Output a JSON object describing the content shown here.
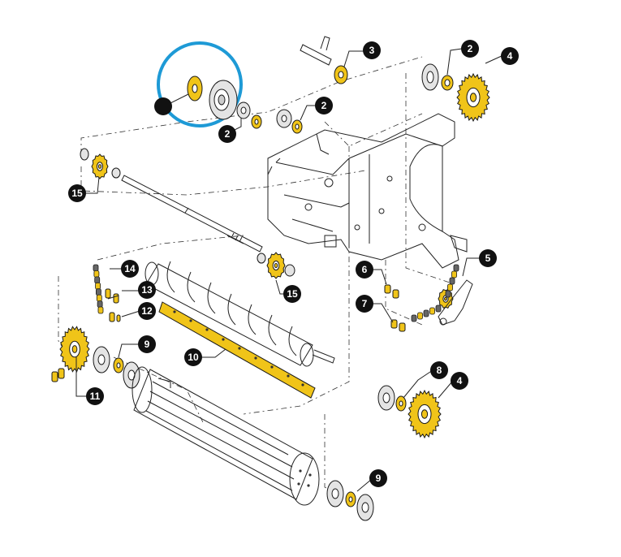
{
  "diagram": {
    "highlight_color": "#f0c419",
    "circle_color": "#1e9ad6",
    "callouts": [
      {
        "id": "c1",
        "label": ""
      },
      {
        "id": "c2a",
        "label": "2"
      },
      {
        "id": "c2b",
        "label": "2"
      },
      {
        "id": "c3",
        "label": "3"
      },
      {
        "id": "c2c",
        "label": "2"
      },
      {
        "id": "c4a",
        "label": "4"
      },
      {
        "id": "c15a",
        "label": "15"
      },
      {
        "id": "c15b",
        "label": "15"
      },
      {
        "id": "c14",
        "label": "14"
      },
      {
        "id": "c13",
        "label": "13"
      },
      {
        "id": "c12",
        "label": "12"
      },
      {
        "id": "c6",
        "label": "6"
      },
      {
        "id": "c7",
        "label": "7"
      },
      {
        "id": "c5",
        "label": "5"
      },
      {
        "id": "c9a",
        "label": "9"
      },
      {
        "id": "c10",
        "label": "10"
      },
      {
        "id": "c11",
        "label": "11"
      },
      {
        "id": "c8",
        "label": "8"
      },
      {
        "id": "c4b",
        "label": "4"
      },
      {
        "id": "c9b",
        "label": "9"
      }
    ]
  }
}
